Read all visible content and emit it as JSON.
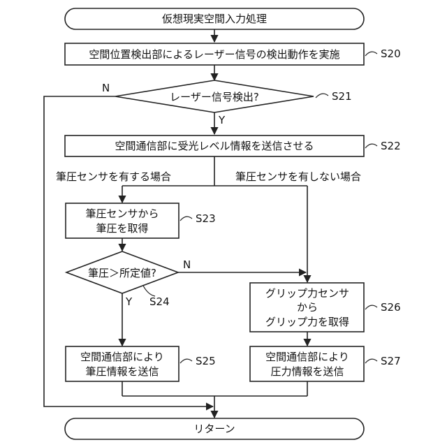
{
  "nodes": {
    "start": "仮想現実空間入力処理",
    "s20": "空間位置検出部によるレーザー信号の検出動作を実施",
    "s21": "レーザー信号検出?",
    "s22": "空間通信部に受光レベル情報を送信させる",
    "s23_l1": "筆圧センサから",
    "s23_l2": "筆圧を取得",
    "s24": "筆圧＞所定値?",
    "s25_l1": "空間通信部により",
    "s25_l2": "筆圧情報を送信",
    "s26_l1": "グリップ力センサ",
    "s26_l2": "から",
    "s26_l3": "グリップ力を取得",
    "s27_l1": "空間通信部により",
    "s27_l2": "圧力情報を送信",
    "end": "リターン"
  },
  "step_labels": {
    "s20": "S20",
    "s21": "S21",
    "s22": "S22",
    "s23": "S23",
    "s24": "S24",
    "s25": "S25",
    "s26": "S26",
    "s27": "S27"
  },
  "branch_labels": {
    "s21_no": "N",
    "s21_yes": "Y",
    "s24_no": "N",
    "s24_yes": "Y",
    "with_sensor": "筆圧センサを有する場合",
    "without_sensor": "筆圧センサを有しない場合"
  }
}
